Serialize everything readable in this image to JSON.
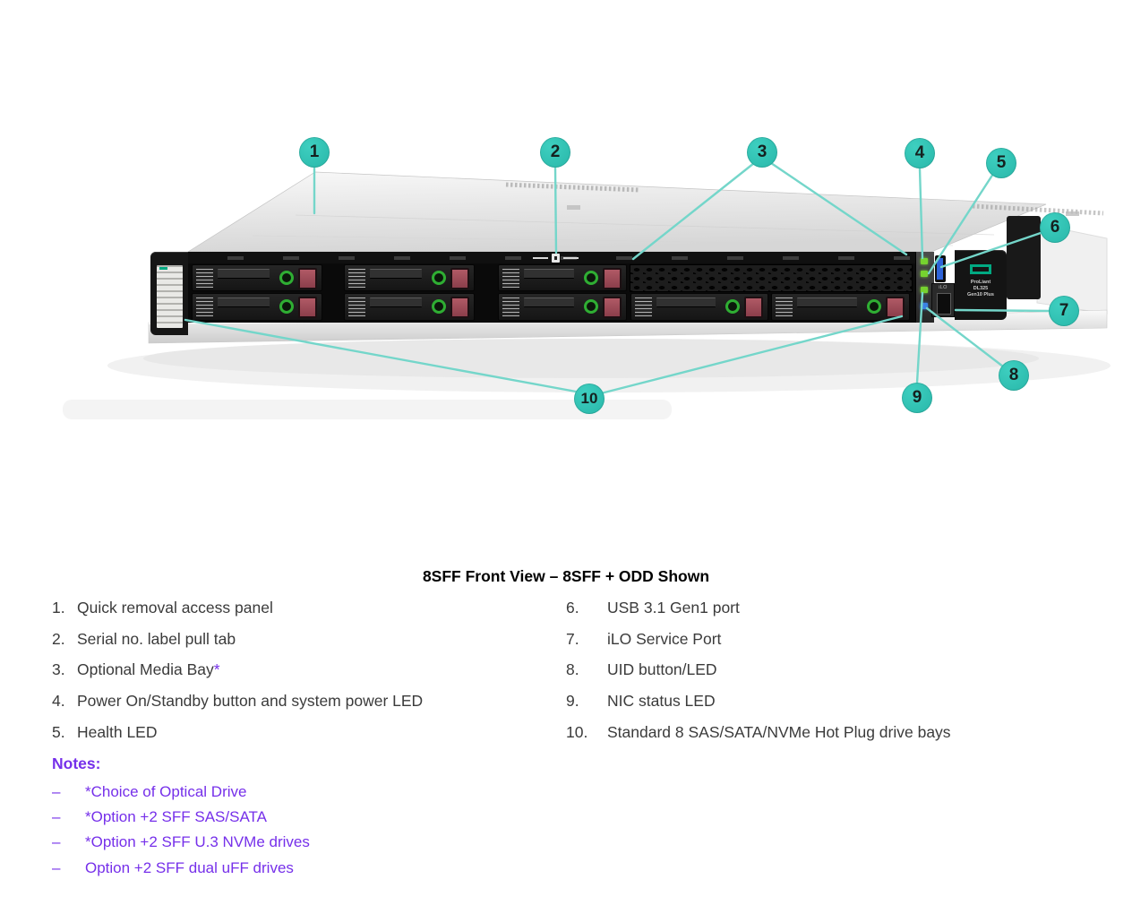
{
  "figure": {
    "caption": "8SFF Front View – 8SFF + ODD Shown",
    "callouts": [
      "1",
      "2",
      "3",
      "4",
      "5",
      "6",
      "7",
      "8",
      "9",
      "10"
    ],
    "server": {
      "brand": [
        "ProLiant",
        "DL325",
        "Gen10 Plus"
      ],
      "ilo_label": "iLO"
    },
    "colors": {
      "callout_teal": "#2dbfb2",
      "callout_line_teal": "#74d6ca",
      "hpe_green": "#01a982",
      "drive_latch_red": "#a84f5d",
      "led_green": "#76d22f",
      "uid_led_blue": "#3b82e6",
      "usb_blue": "#2e63d9"
    }
  },
  "legend": {
    "left": [
      {
        "num": "1.",
        "label": "Quick removal access panel"
      },
      {
        "num": "2.",
        "label": "Serial no. label pull tab"
      },
      {
        "num": "3.",
        "label": "Optional Media Bay",
        "star": "*"
      },
      {
        "num": "4.",
        "label": "Power On/Standby button and system power LED"
      },
      {
        "num": "5.",
        "label": "Health LED"
      }
    ],
    "right": [
      {
        "num": "6.",
        "label": "USB 3.1 Gen1 port"
      },
      {
        "num": "7.",
        "label": "iLO Service Port"
      },
      {
        "num": "8.",
        "label": "UID button/LED"
      },
      {
        "num": "9.",
        "label": "NIC status LED"
      },
      {
        "num": "10.",
        "label": "Standard 8 SAS/SATA/NVMe Hot Plug drive bays"
      }
    ]
  },
  "notes": {
    "title": "Notes:",
    "items": [
      {
        "dash": "–",
        "text": "*Choice of Optical Drive"
      },
      {
        "dash": "–",
        "text": "*Option +2 SFF SAS/SATA"
      },
      {
        "dash": "–",
        "text": "*Option +2 SFF U.3 NVMe drives"
      },
      {
        "dash": "–",
        "text": "Option +2 SFF dual uFF drives"
      }
    ]
  }
}
